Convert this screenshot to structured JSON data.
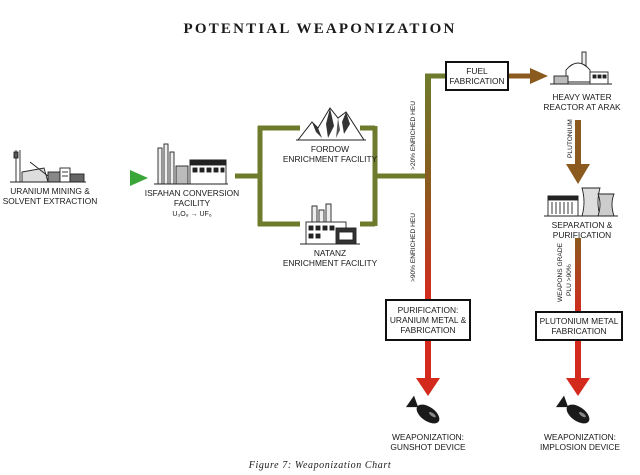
{
  "title": "POTENTIAL WEAPONIZATION",
  "caption": "Figure 7: Weaponization Chart",
  "nodes": {
    "mining": [
      "URANIUM MINING &",
      "SOLVENT EXTRACTION"
    ],
    "isfahan": [
      "ISFAHAN CONVERSION",
      "FACILITY"
    ],
    "isfahan_formula": "U₃O₈ → UF₆",
    "fordow": [
      "FORDOW",
      "ENRICHMENT FACILITY"
    ],
    "natanz": [
      "NATANZ",
      "ENRICHMENT FACILITY"
    ],
    "fuel": [
      "FUEL",
      "FABRICATION"
    ],
    "arak": [
      "HEAVY WATER",
      "REACTOR AT ARAK"
    ],
    "separation": [
      "SEPARATION &",
      "PURIFICATION"
    ],
    "purification_u": [
      "PURIFICATION:",
      "URANIUM METAL &",
      "FABRICATION"
    ],
    "plutonium_metal": [
      "PLUTONIUM METAL",
      "FABRICATION"
    ],
    "gunshot": [
      "WEAPONIZATION:",
      "GUNSHOT DEVICE"
    ],
    "implosion": [
      "WEAPONIZATION:",
      "IMPLOSION DEVICE"
    ]
  },
  "flow_labels": {
    "leu": ">20% ENRICHED HEU",
    "heu": ">90% ENRICHED HEU",
    "plutonium": "PLUTONIUM",
    "weapons_grade": [
      "WEAPONS GRADE",
      "PLU >90%"
    ]
  },
  "colors": {
    "green": "#3aa63a",
    "olive": "#6e7a2c",
    "brown": "#8b5a1e",
    "red": "#d42a1e"
  },
  "icons": {
    "mining": "mining-plant-icon",
    "isfahan": "conversion-plant-icon",
    "fordow": "mountain-icon",
    "natanz": "factory-icon",
    "arak": "reactor-icon",
    "separation": "cooling-tower-icon",
    "gunshot": "bomb-icon",
    "implosion": "bomb-icon"
  }
}
